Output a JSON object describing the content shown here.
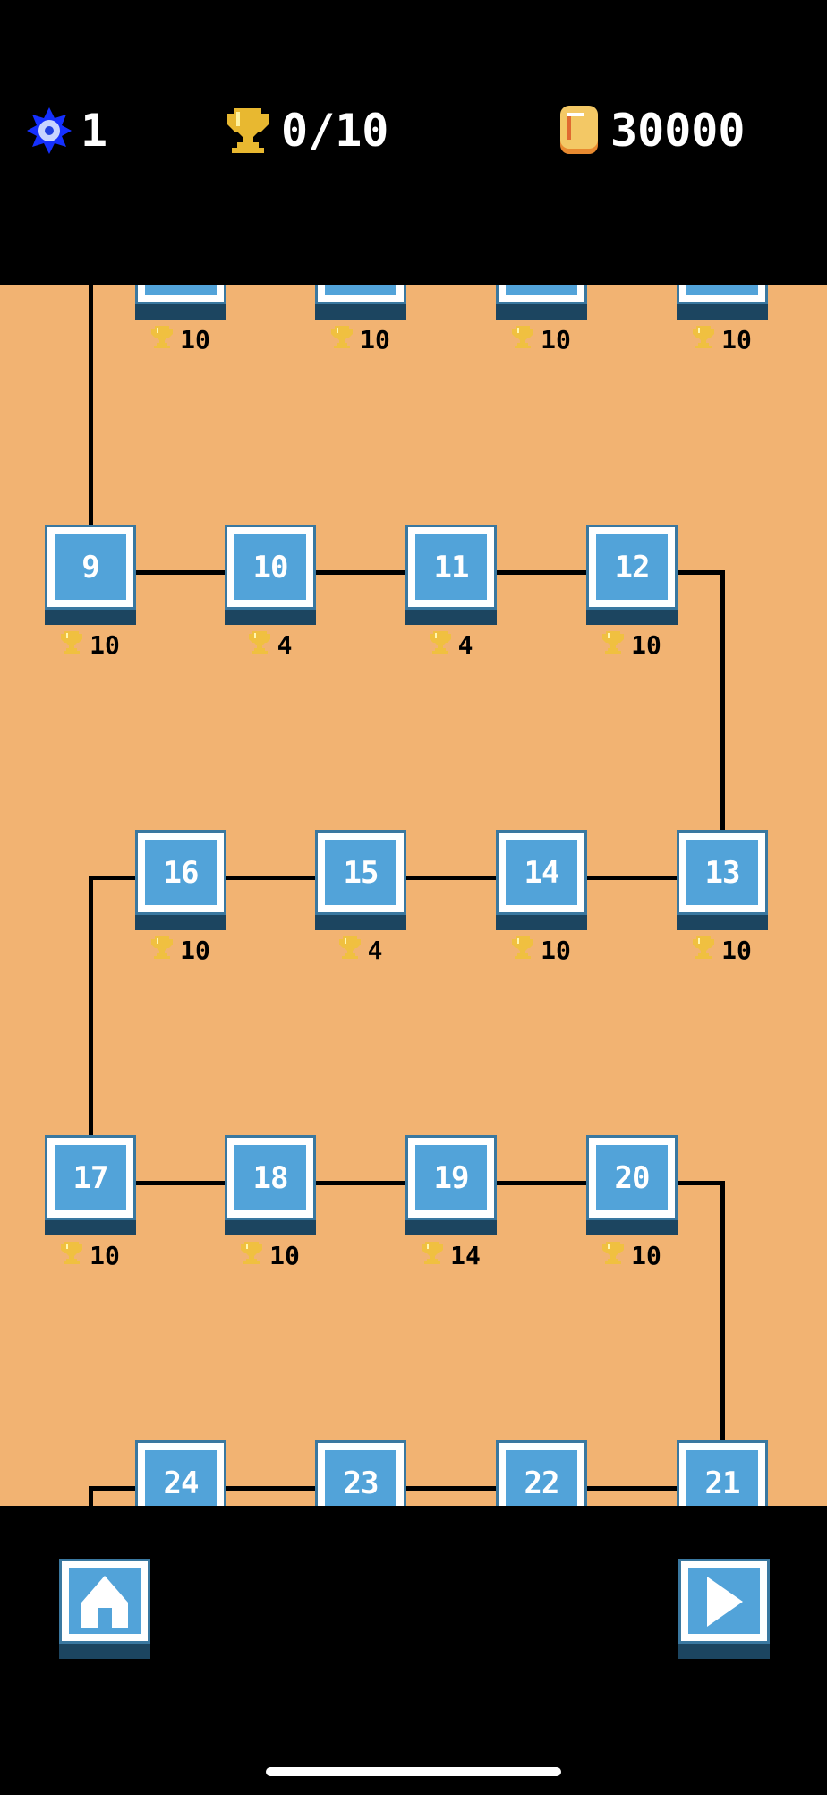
{
  "header": {
    "gems": "1",
    "trophies": "0/10",
    "coins": "30000",
    "icons": [
      "star-gem-icon",
      "trophy-icon",
      "coin-icon"
    ]
  },
  "map": {
    "rows": [
      {
        "levels": [
          {
            "number": null,
            "trophies": "10"
          },
          {
            "number": null,
            "trophies": "10"
          },
          {
            "number": null,
            "trophies": "10"
          },
          {
            "number": null,
            "trophies": "10"
          }
        ]
      },
      {
        "levels": [
          {
            "number": "9",
            "trophies": "10"
          },
          {
            "number": "10",
            "trophies": "4"
          },
          {
            "number": "11",
            "trophies": "4"
          },
          {
            "number": "12",
            "trophies": "10"
          }
        ]
      },
      {
        "levels": [
          {
            "number": "16",
            "trophies": "10"
          },
          {
            "number": "15",
            "trophies": "4"
          },
          {
            "number": "14",
            "trophies": "10"
          },
          {
            "number": "13",
            "trophies": "10"
          }
        ]
      },
      {
        "levels": [
          {
            "number": "17",
            "trophies": "10"
          },
          {
            "number": "18",
            "trophies": "10"
          },
          {
            "number": "19",
            "trophies": "14"
          },
          {
            "number": "20",
            "trophies": "10"
          }
        ]
      },
      {
        "levels": [
          {
            "number": "24",
            "trophies": null
          },
          {
            "number": "23",
            "trophies": null
          },
          {
            "number": "22",
            "trophies": null
          },
          {
            "number": "21",
            "trophies": null
          }
        ]
      }
    ]
  },
  "colors": {
    "map_bg": "#f2b372",
    "tile_blue": "#52a3d9",
    "tile_base": "#1c4560",
    "gold": "#f0c040"
  },
  "footer": {
    "home_icon": "home-icon",
    "play_icon": "play-icon"
  }
}
